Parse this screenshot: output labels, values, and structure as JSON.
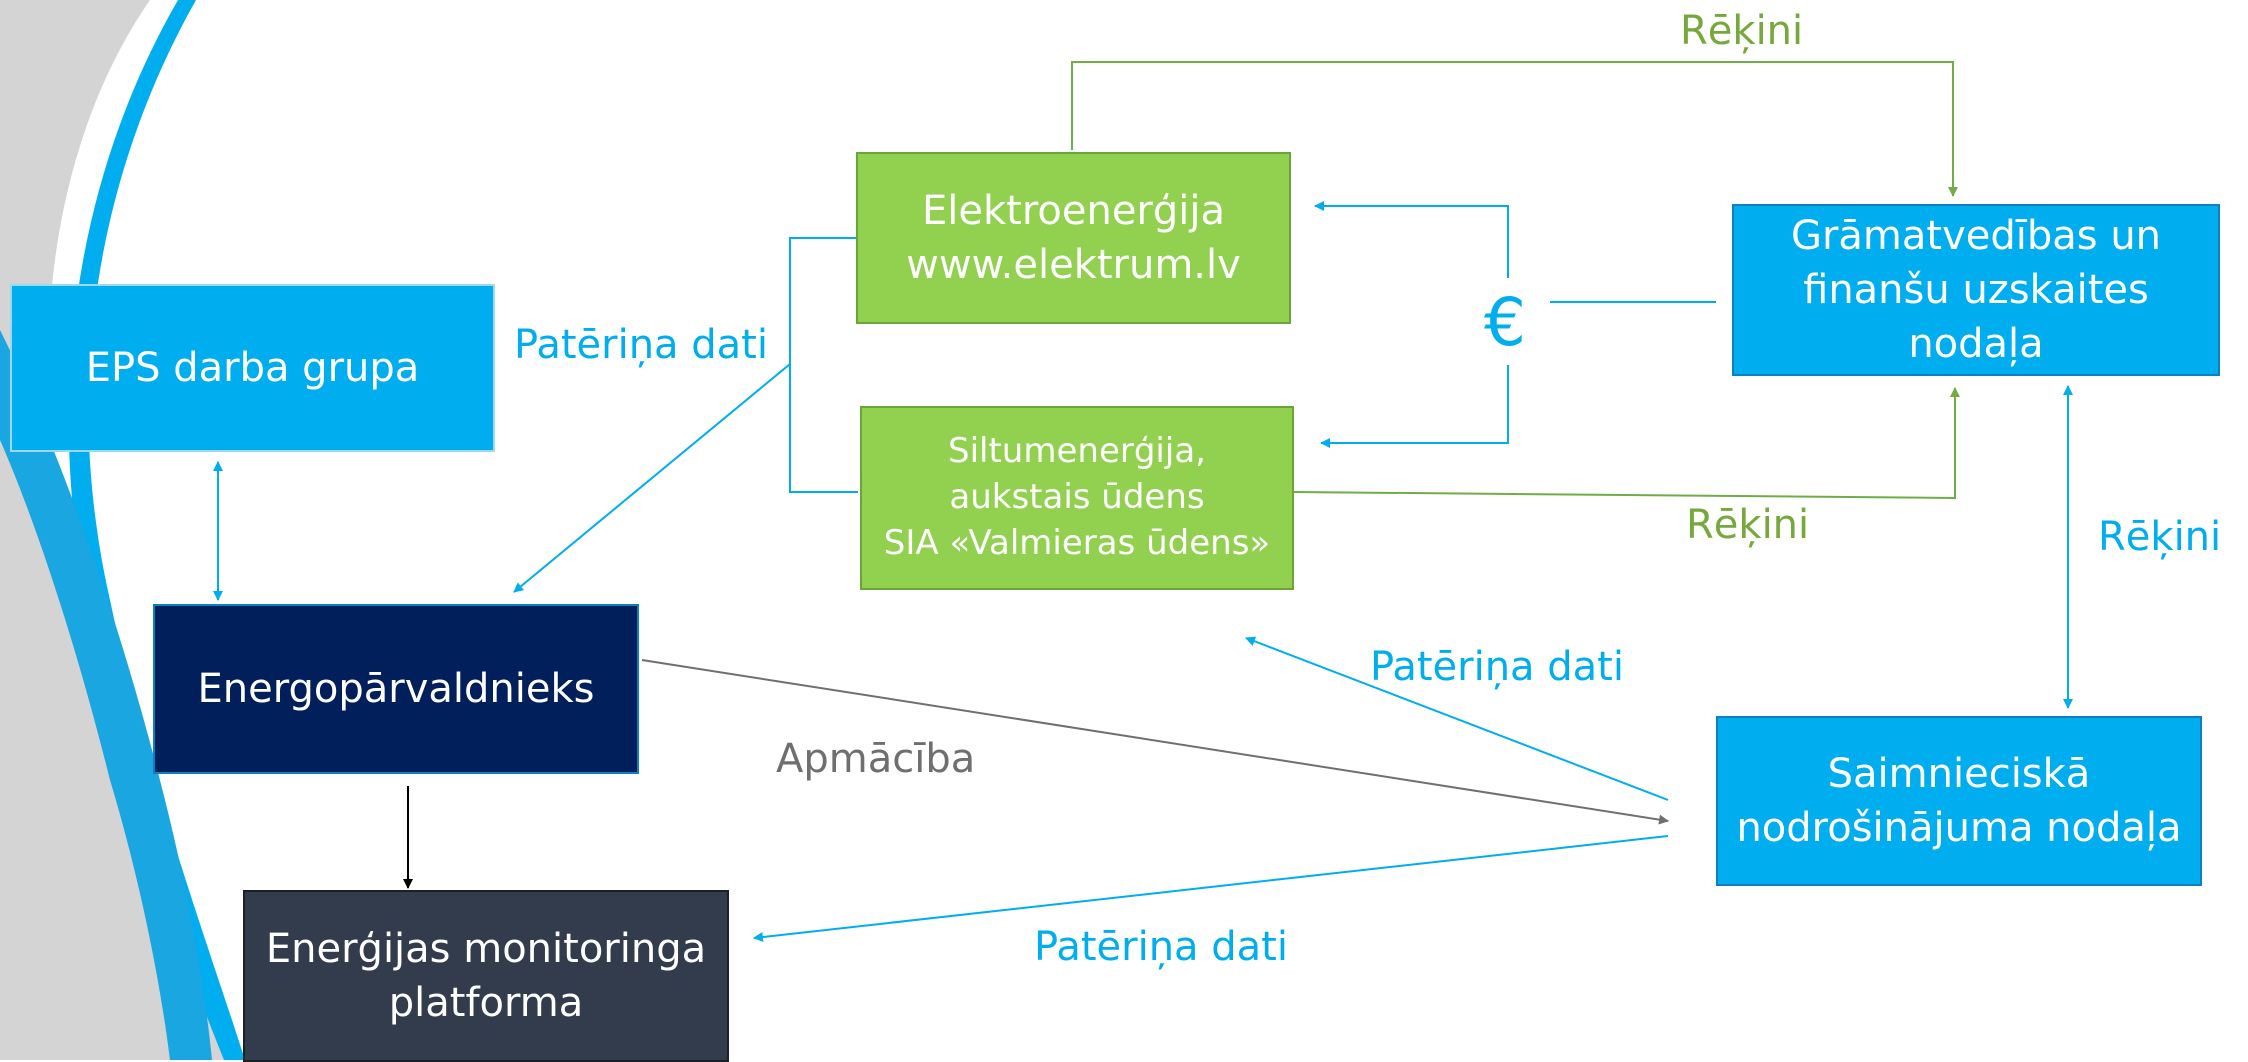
{
  "colors": {
    "accent_blue": "#00adef",
    "dark_navy": "#001f5b",
    "slate": "#323c4c",
    "green": "#92d050",
    "green_text": "#77a83b",
    "gray": "#6f6f6f"
  },
  "nodes": {
    "eps_group": "EPS darba grupa",
    "energy_manager": "Energopārvaldnieks",
    "monitoring_platform": "Enerģijas monitoringa\nplatforma",
    "electricity": "Elektroenerģija\nwww.elektrum.lv",
    "heat_water": "Siltumenerģija,\naukstais ūdens\nSIA «Valmieras ūdens»",
    "accounting": "Grāmatvedības un\nfinanšu uzskaites\nnodaļa",
    "maintenance": "Saimnieciskā\nnodrošinājuma nodaļa"
  },
  "edge_labels": {
    "invoices_top": "Rēķini",
    "invoices_mid": "Rēķini",
    "invoices_right": "Rēķini",
    "consumption_data_left": "Patēriņa dati",
    "consumption_data_mid": "Patēriņa dati",
    "consumption_data_bottom": "Patēriņa dati",
    "training": "Apmācība"
  },
  "currency_symbol": "€"
}
